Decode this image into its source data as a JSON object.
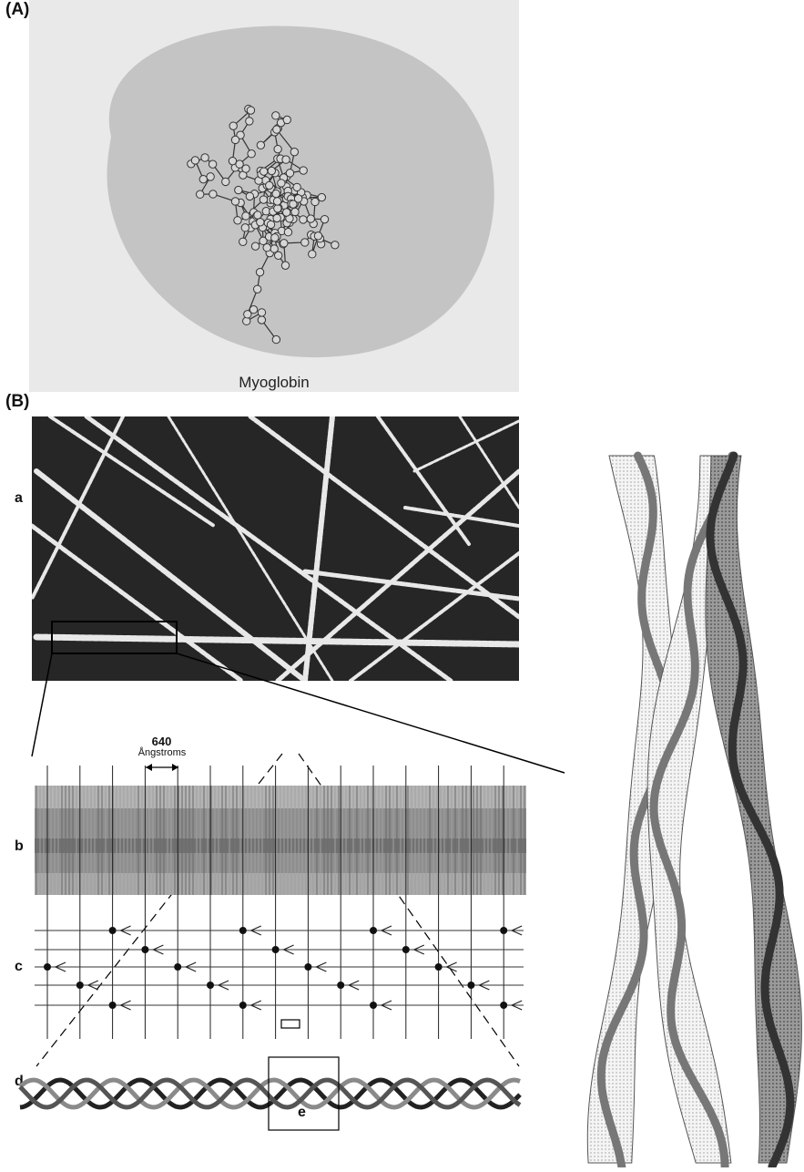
{
  "figure": {
    "panel_a": {
      "label": "(A)",
      "caption": "Myoglobin"
    },
    "panel_b": {
      "label": "(B)",
      "sub_labels": {
        "a": "a",
        "b": "b",
        "c": "c",
        "d": "d",
        "e": "e"
      },
      "spacing_value": "640",
      "spacing_unit": "Ångstroms"
    }
  }
}
